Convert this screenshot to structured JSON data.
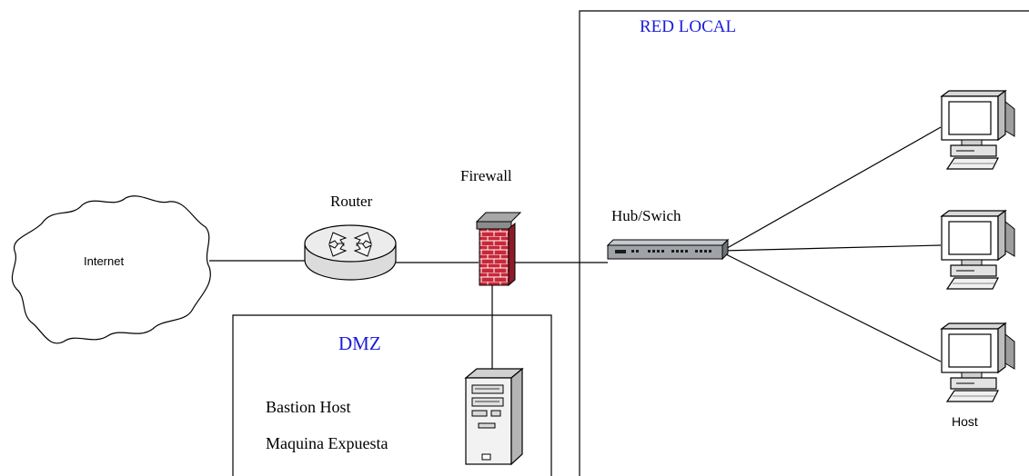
{
  "zones": {
    "red_local": {
      "title": "RED LOCAL"
    },
    "dmz": {
      "title": "DMZ",
      "line1": "Bastion Host",
      "line2": "Maquina Expuesta"
    }
  },
  "nodes": {
    "internet": {
      "label": "Internet"
    },
    "router": {
      "label": "Router"
    },
    "firewall": {
      "label": "Firewall"
    },
    "hub": {
      "label": "Hub/Swich"
    },
    "host": {
      "label": "Host"
    }
  },
  "colors": {
    "zone_title": "#1a1adc",
    "line": "#000000",
    "brick": "#c8283a",
    "router_body": "#e6e6e6",
    "hub_body": "#9fa3a8"
  },
  "icons": {
    "internet": "cloud-icon",
    "router": "router-icon",
    "firewall": "firewall-icon",
    "hub": "hub-switch-icon",
    "host": "desktop-computer-icon",
    "server": "tower-server-icon"
  }
}
